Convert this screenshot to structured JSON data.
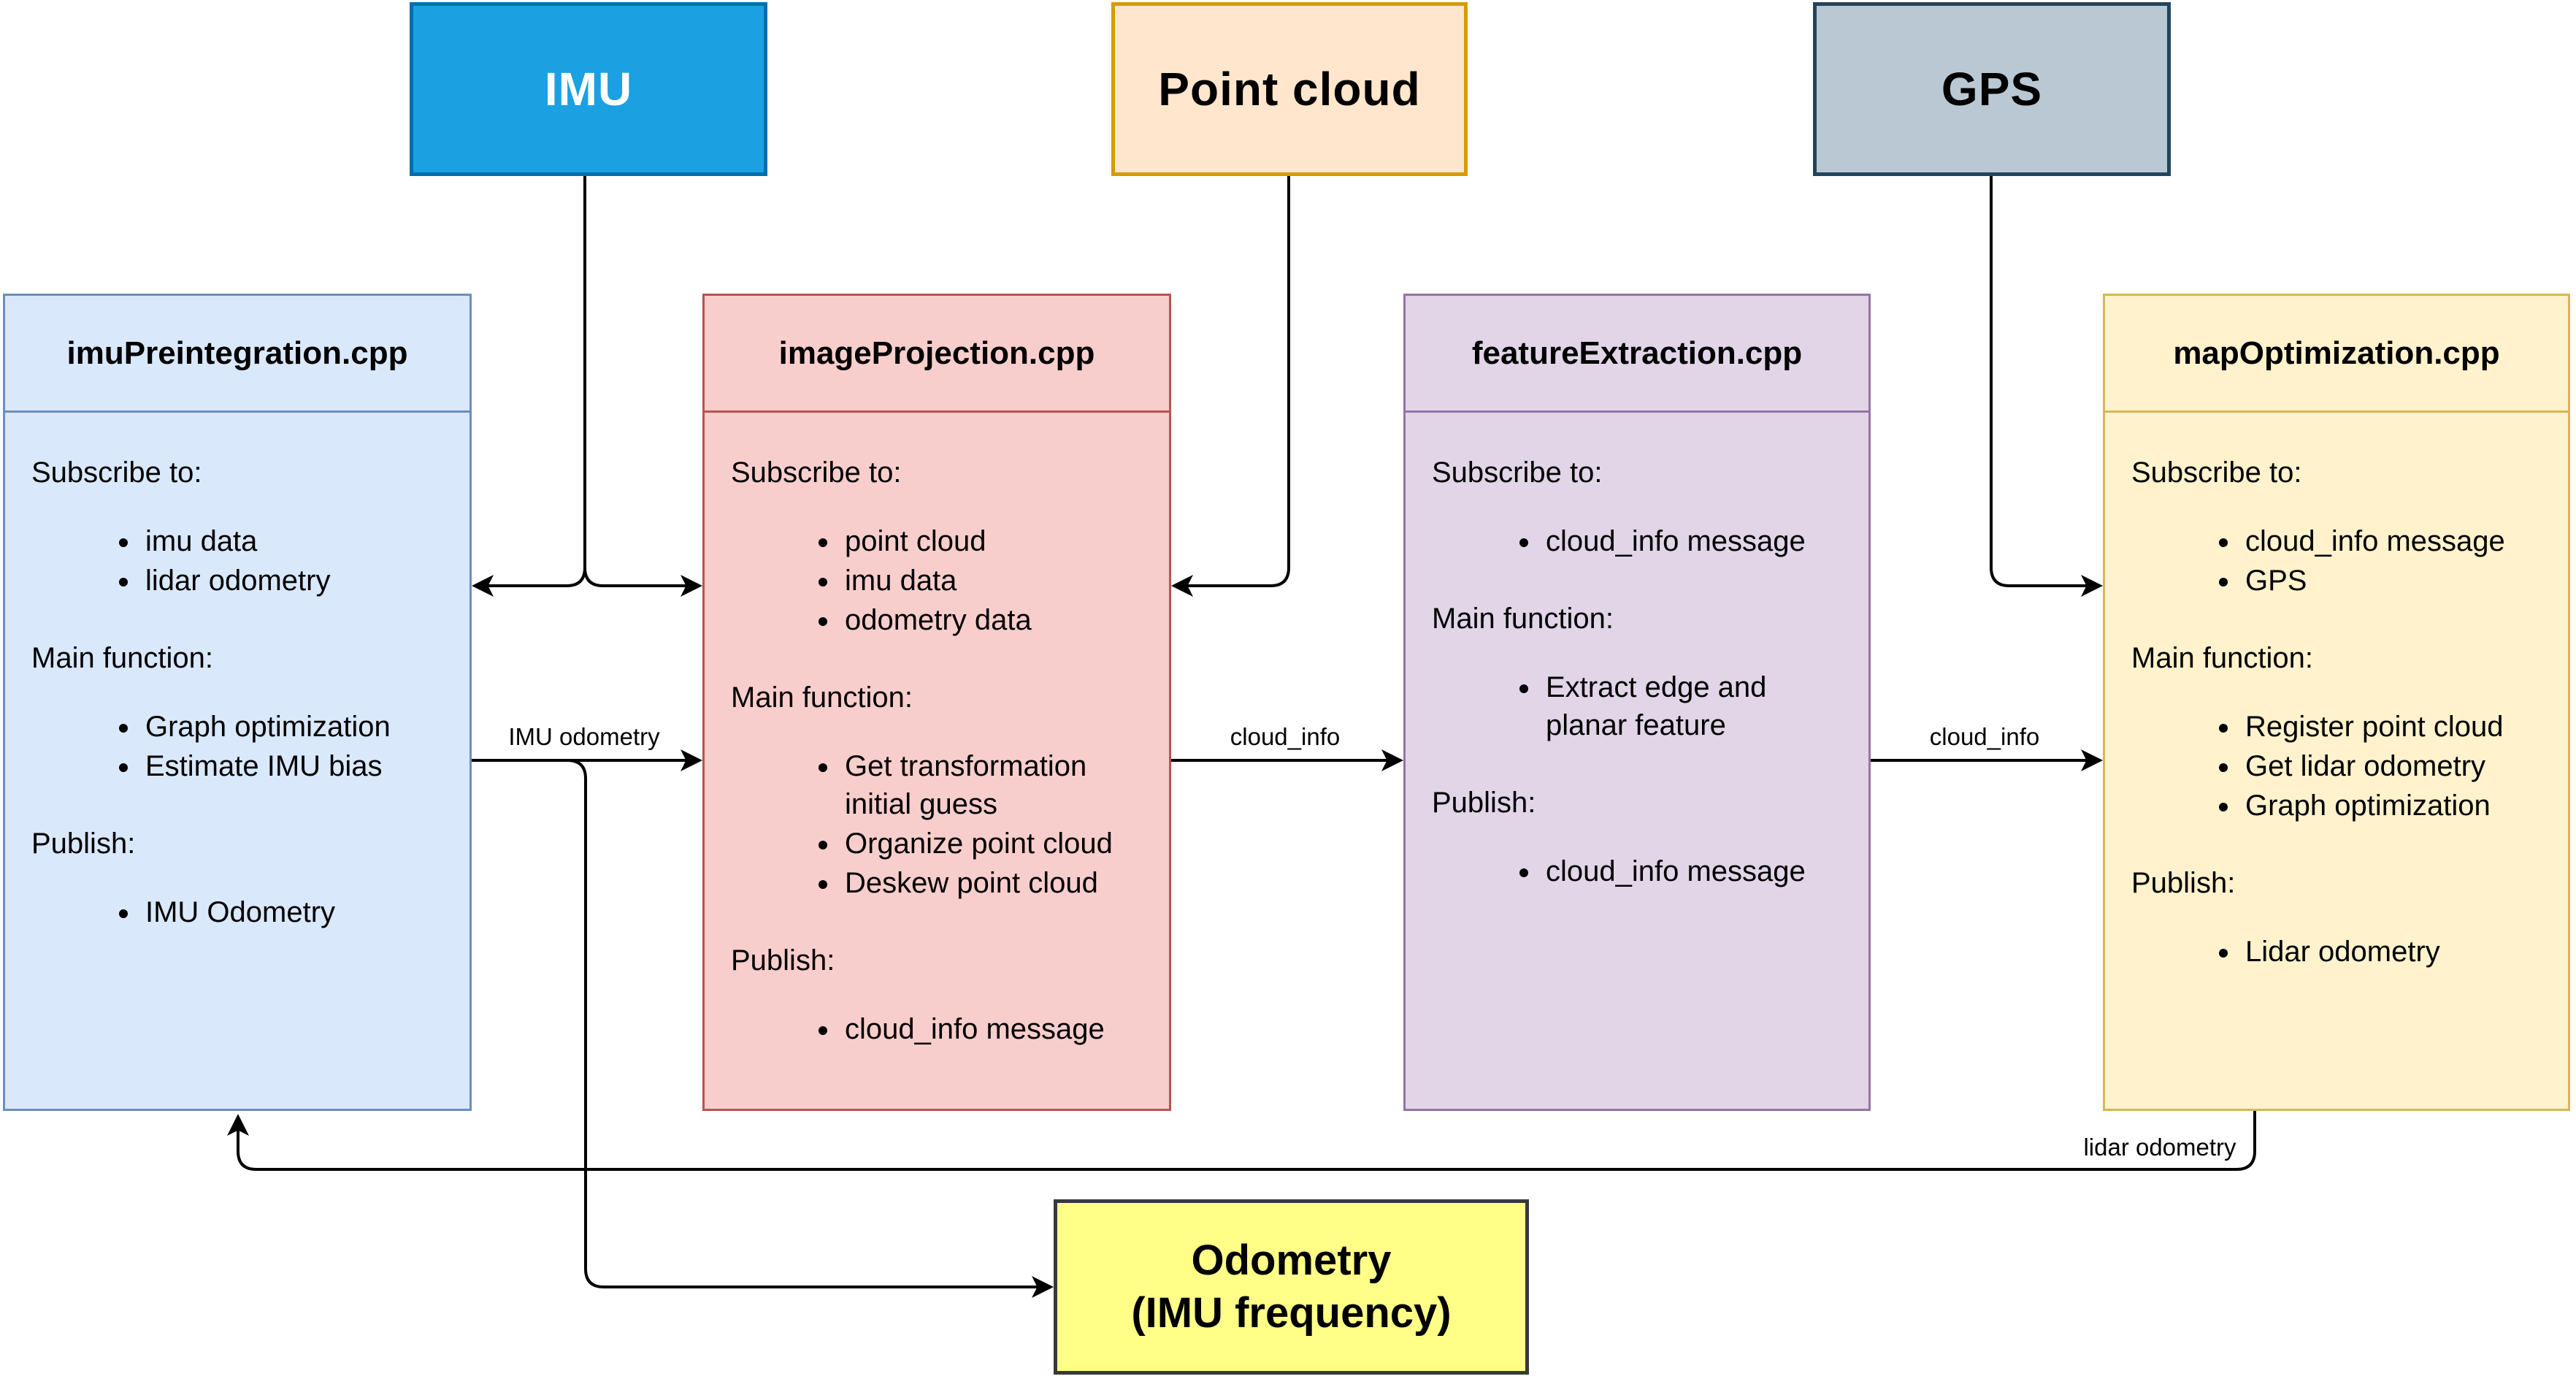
{
  "sources": [
    {
      "label": "IMU",
      "fill": "#1ba1e2",
      "stroke": "#006eaf",
      "text_color": "#ffffff"
    },
    {
      "label": "Point cloud",
      "fill": "#ffe6cc",
      "stroke": "#d79b00",
      "text_color": "#000000"
    },
    {
      "label": "GPS",
      "fill": "#bac8d3",
      "stroke": "#23445d",
      "text_color": "#000000"
    }
  ],
  "modules": [
    {
      "title": "imuPreintegration.cpp",
      "fill": "#dae8fc",
      "stroke": "#6c8ebf",
      "sections": [
        {
          "heading": "Subscribe to:",
          "items": [
            "imu data",
            "lidar odometry"
          ]
        },
        {
          "heading": "Main function:",
          "items": [
            "Graph optimization",
            "Estimate IMU bias"
          ]
        },
        {
          "heading": "Publish:",
          "items": [
            "IMU Odometry"
          ]
        }
      ]
    },
    {
      "title": "imageProjection.cpp",
      "fill": "#f8cecc",
      "stroke": "#b85450",
      "sections": [
        {
          "heading": "Subscribe to:",
          "items": [
            "point cloud",
            "imu data",
            "odometry data"
          ]
        },
        {
          "heading": "Main function:",
          "items": [
            "Get transformation initial guess",
            "Organize point cloud",
            "Deskew point cloud"
          ]
        },
        {
          "heading": "Publish:",
          "items": [
            "cloud_info message"
          ]
        }
      ]
    },
    {
      "title": "featureExtraction.cpp",
      "fill": "#e1d5e7",
      "stroke": "#9673a6",
      "sections": [
        {
          "heading": "Subscribe to:",
          "items": [
            "cloud_info message"
          ]
        },
        {
          "heading": "Main function:",
          "items": [
            "Extract edge and planar feature"
          ]
        },
        {
          "heading": "Publish:",
          "items": [
            "cloud_info message"
          ]
        }
      ]
    },
    {
      "title": "mapOptimization.cpp",
      "fill": "#fff2cc",
      "stroke": "#d6b656",
      "sections": [
        {
          "heading": "Subscribe to:",
          "items": [
            "cloud_info message",
            "GPS"
          ]
        },
        {
          "heading": "Main function:",
          "items": [
            "Register point cloud",
            "Get lidar odometry",
            "Graph optimization"
          ]
        },
        {
          "heading": "Publish:",
          "items": [
            "Lidar odometry"
          ]
        }
      ]
    }
  ],
  "output": {
    "line1": "Odometry",
    "line2": "(IMU frequency)",
    "fill": "#ffff88",
    "stroke": "#36393d"
  },
  "edge_labels": {
    "imu_odometry": "IMU odometry",
    "cloud_info_left": "cloud_info",
    "cloud_info_right": "cloud_info",
    "lidar_odometry": "lidar odometry"
  },
  "edge_color": "#000000"
}
